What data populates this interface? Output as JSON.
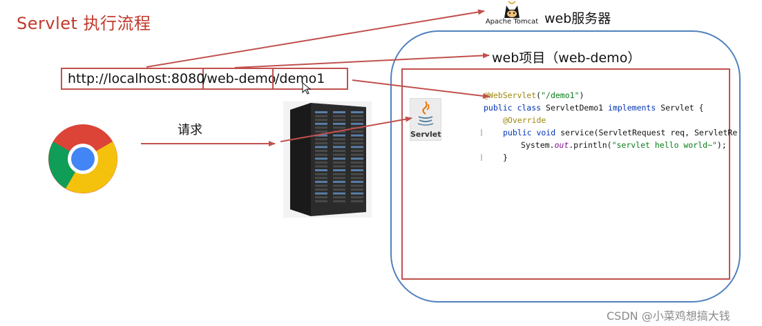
{
  "title": "Servlet 执行流程",
  "url": {
    "host": "http://localhost:8080",
    "project": "/web-demo",
    "path": "/demo1"
  },
  "labels": {
    "web_server": "web服务器",
    "web_project": "web项目（web-demo）",
    "request": "请求"
  },
  "tomcat": {
    "label": "Apache Tomcat"
  },
  "servlet_icon": {
    "label": "Servlet"
  },
  "code": {
    "line1_anno": "@WebServlet",
    "line1_rest": "(",
    "line1_str": "\"/demo1\"",
    "line1_end": ")",
    "line2_kw": "public class ",
    "line2_rest": "ServletDemo1 ",
    "line2_kw2": "implements ",
    "line2_end": "Servlet {",
    "line3_anno": "@Override",
    "line4_kw": "public void ",
    "line4_rest": "service(ServletRequest req, ServletRe",
    "line5_pre": "System.",
    "line5_field": "out",
    "line5_mid": ".println(",
    "line5_str": "\"servlet hello world~\"",
    "line5_end": ");",
    "line6": "}"
  },
  "colors": {
    "title": "#c0392b",
    "arrow": "#c0504d",
    "project_box": "#4f81bd",
    "servlet_box": "#c0504d"
  },
  "watermark": "CSDN @小菜鸡想搞大钱"
}
